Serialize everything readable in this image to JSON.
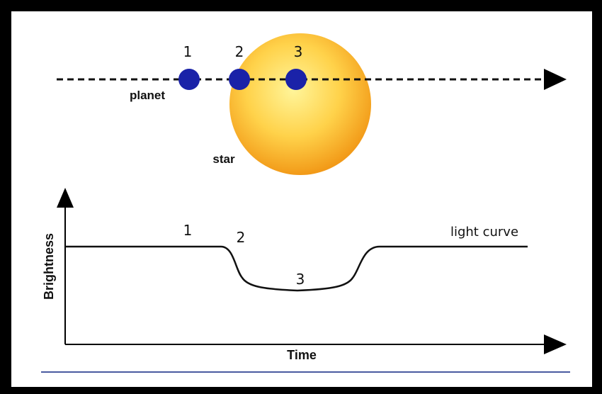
{
  "transit": {
    "planet_label": "planet",
    "star_label": "star",
    "positions": [
      "1",
      "2",
      "3"
    ]
  },
  "graph": {
    "y_axis_label": "Brightness",
    "x_axis_label": "Time",
    "curve_label": "light curve",
    "points": [
      "1",
      "2",
      "3"
    ]
  },
  "colors": {
    "background_frame": "#000000",
    "panel": "#ffffff",
    "planet": "#1a22a8",
    "star_outer": "#f0a020",
    "star_inner": "#ffe680",
    "divider": "#4a5aa0"
  }
}
